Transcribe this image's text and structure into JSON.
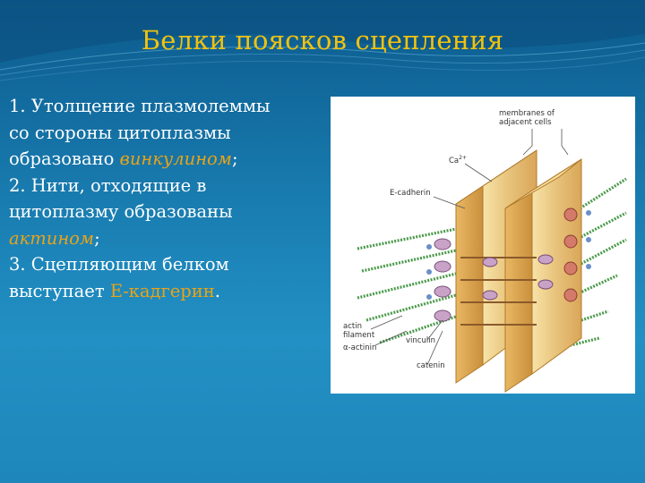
{
  "slide": {
    "title": "Белки поясков сцепления",
    "body_lines": [
      [
        {
          "text": "1. Утолщение плазмолеммы",
          "style": "normal"
        }
      ],
      [
        {
          "text": "со стороны цитоплазмы",
          "style": "normal"
        }
      ],
      [
        {
          "text": "образовано ",
          "style": "normal"
        },
        {
          "text": "винкулином",
          "style": "italic-orange"
        },
        {
          "text": ";",
          "style": "normal"
        }
      ],
      [
        {
          "text": "2. Нити, отходящие в",
          "style": "normal"
        }
      ],
      [
        {
          "text": "цитоплазму  образованы",
          "style": "normal"
        }
      ],
      [
        {
          "text": "актином",
          "style": "italic-orange"
        },
        {
          "text": ";",
          "style": "normal"
        }
      ],
      [
        {
          "text": "3. Сцепляющим белком",
          "style": "normal"
        }
      ],
      [
        {
          "text": "выступает ",
          "style": "normal"
        },
        {
          "text": "Е-кадгерин",
          "style": "orange"
        },
        {
          "text": ".",
          "style": "normal"
        }
      ]
    ],
    "colors": {
      "title": "#f1c20e",
      "accent": "#e8a317",
      "body_text": "#ffffff",
      "background": "#1a7fb3"
    }
  },
  "figure": {
    "labels": {
      "membranes_line1": "membranes of",
      "membranes_line2": "adjacent cells",
      "ca": "Ca",
      "ca_sup": "2+",
      "ecadherin": "E-cadherin",
      "actin_line1": "actin",
      "actin_line2": "filament",
      "alpha_actinin": "α-actinin",
      "vinculin": "vinculin",
      "catenin": "catenin"
    }
  }
}
